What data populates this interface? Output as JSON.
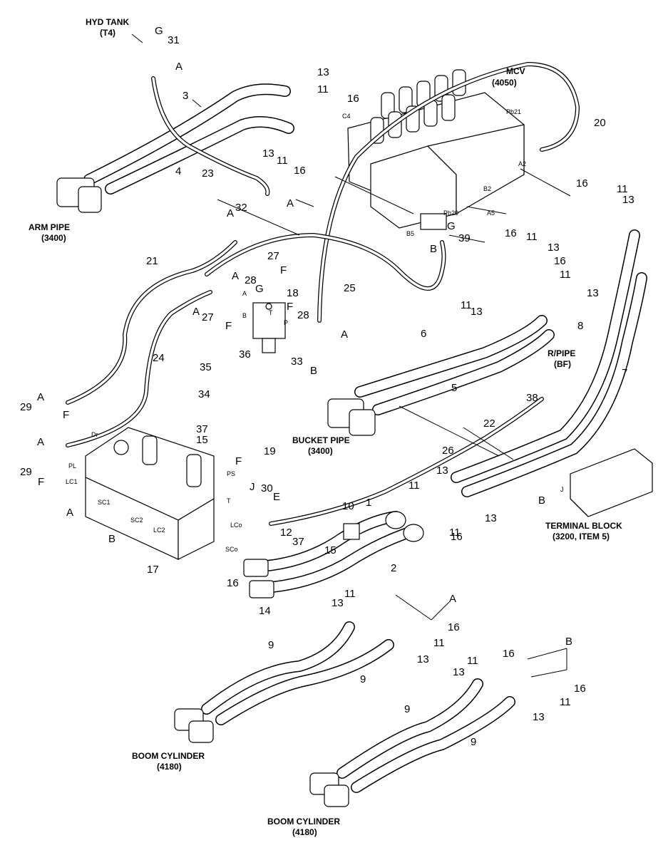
{
  "callouts": {
    "hyd_tank": "HYD TANK",
    "hyd_tank_ref": "(T4)",
    "mcv": "MCV",
    "mcv_ref": "(4050)",
    "arm_pipe": "ARM PIPE",
    "arm_pipe_ref": "(3400)",
    "bucket_pipe": "BUCKET PIPE",
    "bucket_pipe_ref": "(3400)",
    "r_pipe": "R/PIPE",
    "r_pipe_ref": "(BF)",
    "terminal_block": "TERMINAL BLOCK",
    "terminal_block_ref": "(3200, ITEM 5)",
    "boom_cyl_1": "BOOM CYLINDER",
    "boom_cyl_1_ref": "(4180)",
    "boom_cyl_2": "BOOM CYLINDER",
    "boom_cyl_2_ref": "(4180)"
  },
  "part_numbers": [
    "1",
    "2",
    "3",
    "4",
    "5",
    "6",
    "7",
    "8",
    "9",
    "10",
    "11",
    "12",
    "13",
    "14",
    "15",
    "16",
    "17",
    "18",
    "19",
    "20",
    "21",
    "22",
    "23",
    "24",
    "25",
    "26",
    "27",
    "28",
    "29",
    "30",
    "31",
    "32",
    "33",
    "34",
    "35",
    "36",
    "37",
    "38",
    "39"
  ],
  "letters": [
    "A",
    "B",
    "E",
    "F",
    "G",
    "J"
  ],
  "port_labels": [
    "C4",
    "Pb21",
    "A2",
    "B2",
    "Pb20",
    "A5",
    "B5",
    "PL",
    "LC1",
    "SC1",
    "SC2",
    "LC2",
    "PS",
    "T",
    "LCo",
    "SCo",
    "Dr",
    "A",
    "B",
    "P",
    "T",
    "J"
  ]
}
